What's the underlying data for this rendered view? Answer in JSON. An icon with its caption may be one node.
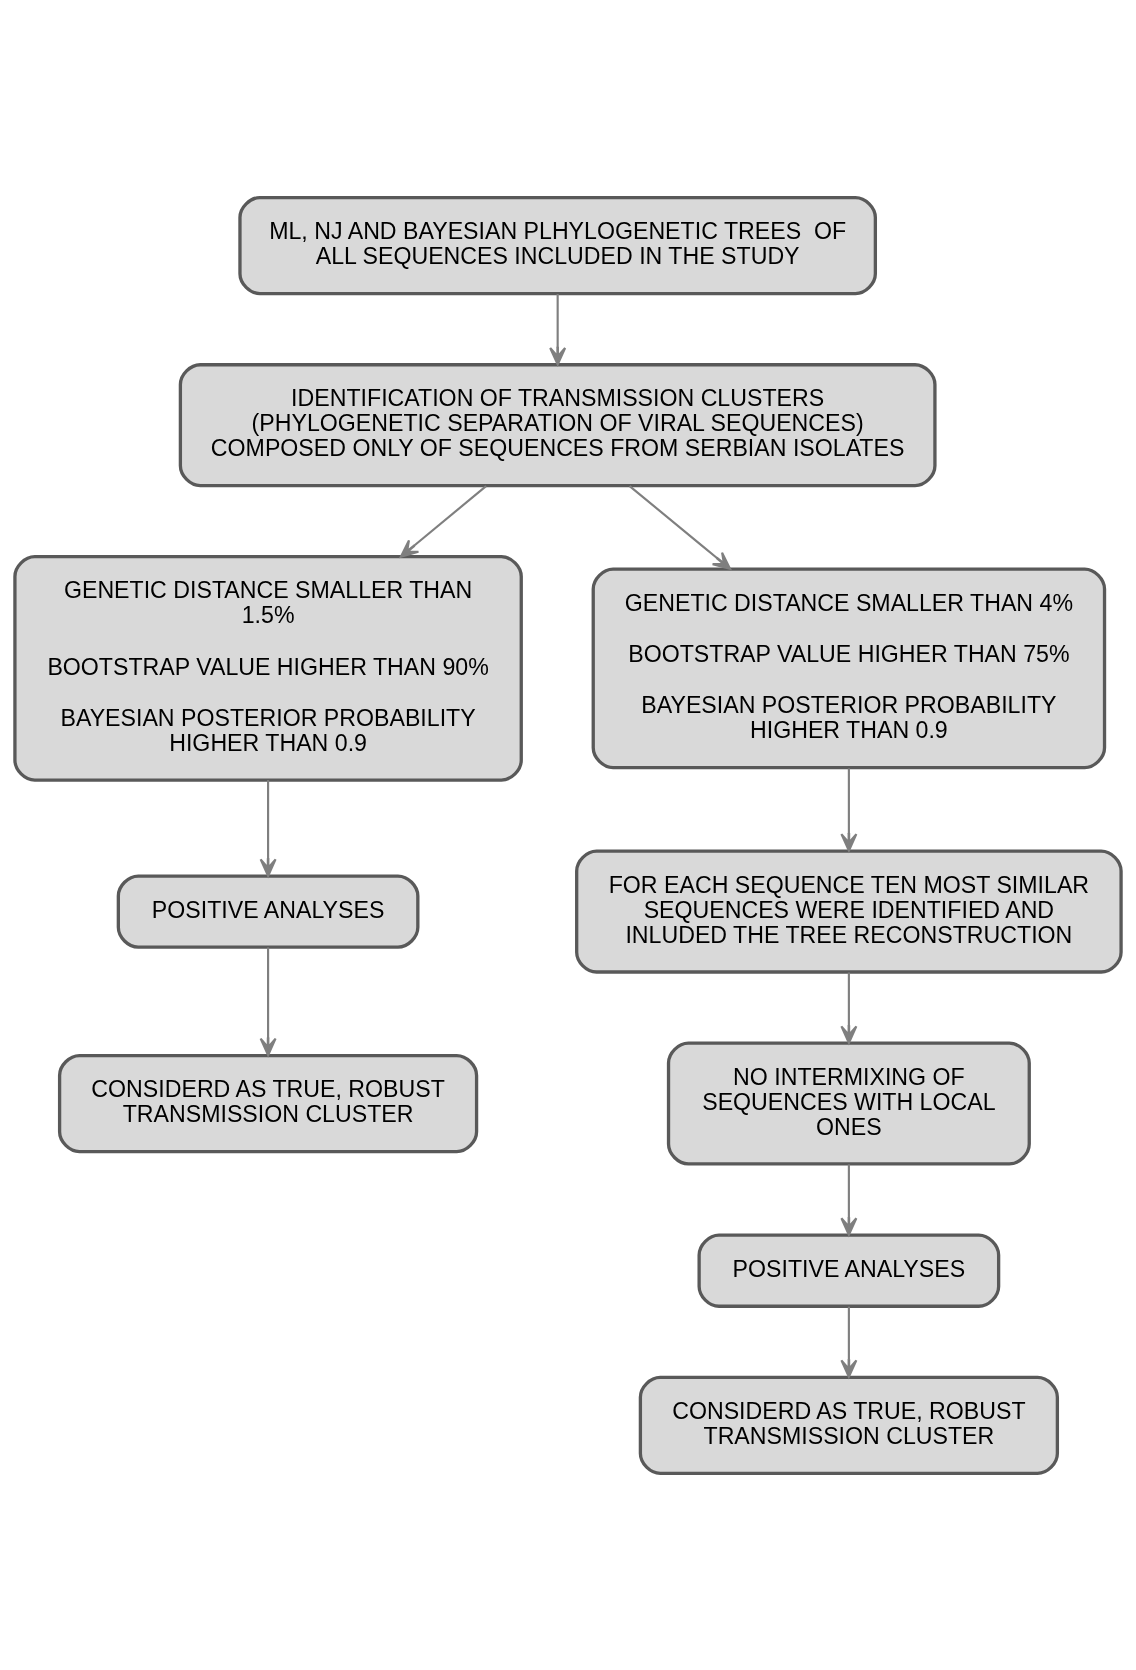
{
  "diagram": {
    "nodes": [
      {
        "text": [
          "ML, NJ AND BAYESIAN PLHYLOGENETIC TREES  OF ALL SEQUENCES INCLUDED IN THE STUDY"
        ]
      },
      {
        "text": [
          "IDENTIFICATION OF TRANSMISSION CLUSTERS (PHYLOGENETIC SEPARATION OF VIRAL SEQUENCES) COMPOSED ONLY OF SEQUENCES FROM SERBIAN ISOLATES"
        ]
      },
      {
        "text": [
          "GENETIC DISTANCE SMALLER THAN 1.5%",
          "BOOTSTRAP VALUE HIGHER THAN 90%",
          "BAYESIAN POSTERIOR PROBABILITY HIGHER THAN 0.9"
        ]
      },
      {
        "text": [
          "GENETIC DISTANCE SMALLER THAN 4%",
          "BOOTSTRAP VALUE HIGHER THAN 75%",
          "BAYESIAN POSTERIOR PROBABILITY HIGHER THAN 0.9"
        ]
      },
      {
        "text": [
          "POSITIVE ANALYSES"
        ]
      },
      {
        "text": [
          "CONSIDERD AS TRUE, ROBUST TRANSMISSION CLUSTER"
        ]
      },
      {
        "text": [
          "FOR EACH SEQUENCE TEN MOST SIMILAR SEQUENCES WERE IDENTIFIED AND INLUDED THE TREE RECONSTRUCTION"
        ]
      },
      {
        "text": [
          "NO INTERMIXING OF SEQUENCES WITH LOCAL ONES"
        ]
      },
      {
        "text": [
          "POSITIVE ANALYSES"
        ]
      },
      {
        "text": [
          "CONSIDERD AS TRUE, ROBUST TRANSMISSION CLUSTER"
        ]
      }
    ],
    "edges": [
      {
        "from": 0,
        "to": 1,
        "arrow": "to"
      },
      {
        "from": 1,
        "to": 2,
        "arrow": "to"
      },
      {
        "from": 1,
        "to": 3,
        "arrow": "to"
      },
      {
        "from": 2,
        "to": 4,
        "arrow": "to"
      },
      {
        "from": 4,
        "to": 5,
        "arrow": "to"
      },
      {
        "from": 3,
        "to": 6,
        "arrow": "to"
      },
      {
        "from": 6,
        "to": 7,
        "arrow": "to"
      },
      {
        "from": 7,
        "to": 8,
        "arrow": "to"
      },
      {
        "from": 8,
        "to": 9,
        "arrow": "to"
      }
    ]
  }
}
